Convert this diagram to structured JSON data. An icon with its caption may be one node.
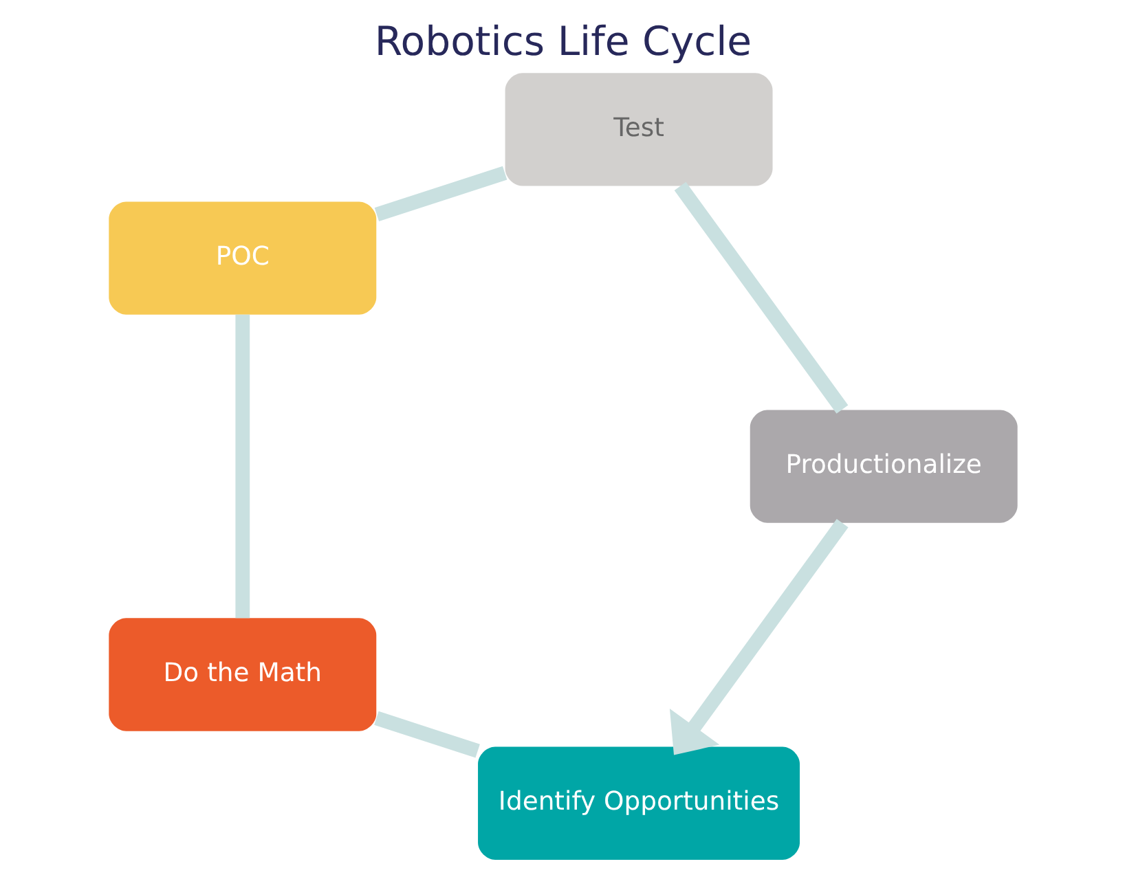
{
  "diagram": {
    "title": "Robotics Life Cycle",
    "nodes": [
      {
        "text": [
          "Identify Opportunities"
        ]
      },
      {
        "text": [
          "Do the Math"
        ]
      },
      {
        "text": [
          "POC"
        ]
      },
      {
        "text": [
          "Test"
        ]
      },
      {
        "text": [
          "Productionalize"
        ]
      }
    ],
    "edges": [
      {
        "from": 0,
        "to": 1,
        "arrow": "none"
      },
      {
        "from": 1,
        "to": 2,
        "arrow": "none"
      },
      {
        "from": 2,
        "to": 3,
        "arrow": "none"
      },
      {
        "from": 3,
        "to": 4,
        "arrow": "none"
      },
      {
        "from": 4,
        "to": 0,
        "arrow": "to"
      }
    ]
  }
}
